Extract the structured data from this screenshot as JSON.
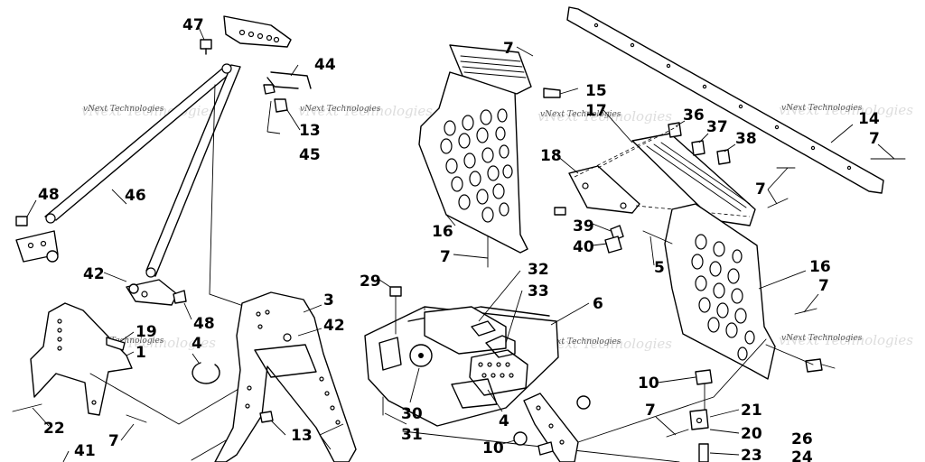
{
  "watermark": "vNext Technologies",
  "callouts": {
    "c47": "47",
    "c44": "44",
    "c13a": "13",
    "c45": "45",
    "c48a": "48",
    "c46": "46",
    "c42a": "42",
    "c48b": "48",
    "c19": "19",
    "c1": "1",
    "c4a": "4",
    "c22": "22",
    "c7a": "7",
    "c41": "41",
    "c3": "3",
    "c42b": "42",
    "c13b": "13",
    "c7b": "7",
    "c15": "15",
    "c17": "17",
    "c16a": "16",
    "c7c": "7",
    "c29": "29",
    "c32": "32",
    "c33": "33",
    "c6": "6",
    "c30": "30",
    "c31": "31",
    "c4b": "4",
    "c10a": "10",
    "c18": "18",
    "c36": "36",
    "c37": "37",
    "c38": "38",
    "c39": "39",
    "c40": "40",
    "c14": "14",
    "c7d": "7",
    "c7e": "7",
    "c5": "5",
    "c16b": "16",
    "c7f": "7",
    "c10b": "10",
    "c7g": "7",
    "c21": "21",
    "c20": "20",
    "c23": "23",
    "c26": "26",
    "c24": "24"
  }
}
